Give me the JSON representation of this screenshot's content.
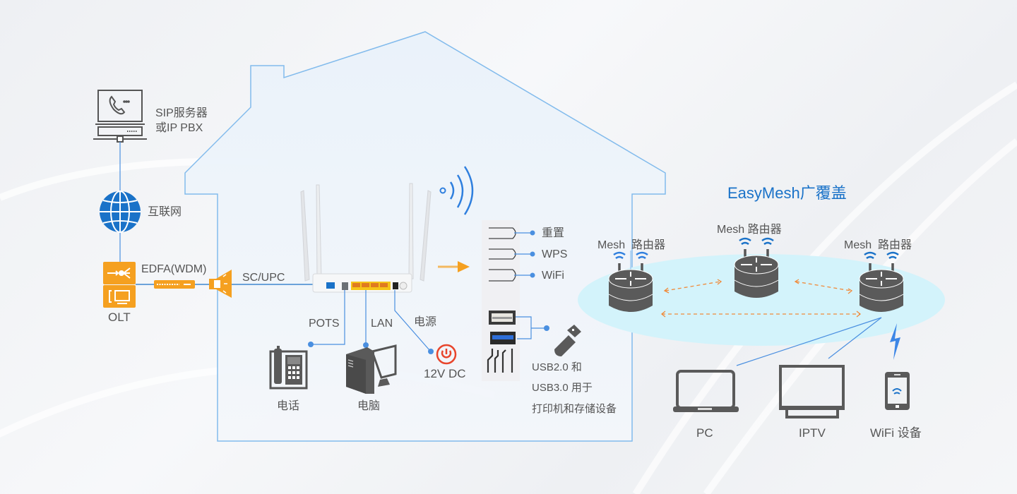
{
  "diagram": {
    "left_chain": {
      "sip_server": "SIP服务器",
      "sip_server_alt": "或IP PBX",
      "internet": "互联网",
      "edfa": "EDFA(WDM)",
      "olt": "OLT",
      "connector": "SC/UPC"
    },
    "router_ports": {
      "pots": "POTS",
      "lan": "LAN",
      "power": "电源"
    },
    "end_devices": {
      "phone": "电话",
      "computer": "电脑",
      "power_supply": "12V DC"
    },
    "side_panel": {
      "buttons": [
        "重置",
        "WPS",
        "WiFi"
      ],
      "usb_desc": [
        "USB2.0 和",
        "USB3.0 用于",
        "打印机和存储设备"
      ]
    },
    "mesh": {
      "title": "EasyMesh广覆盖",
      "nodes": [
        "Mesh  路由器",
        "Mesh 路由器",
        "Mesh  路由器"
      ],
      "clients": [
        "PC",
        "IPTV",
        "WiFi 设备"
      ]
    }
  },
  "colors": {
    "accent_blue": "#1a72c8",
    "line_blue": "#4a8fe0",
    "orange": "#f5a020",
    "dash_orange": "#f08a3a",
    "icon_gray": "#5a5a5a",
    "mesh_ellipse": "#d3f3fb",
    "power_red": "#e8452c"
  }
}
